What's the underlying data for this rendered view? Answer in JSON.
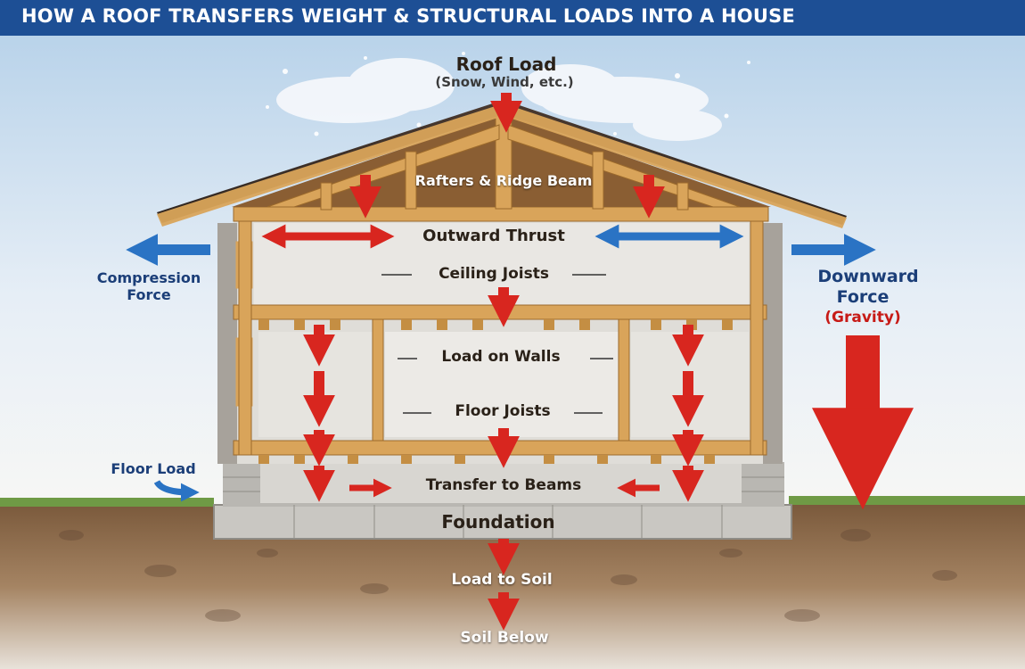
{
  "title": "HOW A ROOF TRANSFERS WEIGHT & STRUCTURAL LOADS INTO A HOUSE",
  "colors": {
    "banner": "#1d4f95",
    "load_arrow": "#d8261f",
    "thrust_arrow": "#2a73c4",
    "wood": "#d9a45a",
    "soil": "#8a6a4a"
  },
  "labels": {
    "roof_load": "Roof Load",
    "roof_load_note": "(Snow, Wind, etc.)",
    "rafters": "Rafters & Ridge Beam",
    "outward_thrust": "Outward Thrust",
    "ceiling_joists": "Ceiling Joists",
    "compression_force_1": "Compression",
    "compression_force_2": "Force",
    "downward_force_1": "Downward",
    "downward_force_2": "Force",
    "gravity": "(Gravity)",
    "load_on_walls": "Load on Walls",
    "floor_joists": "Floor Joists",
    "floor_load": "Floor Load",
    "transfer_to_beams": "Transfer to Beams",
    "foundation": "Foundation",
    "load_to_soil": "Load to Soil",
    "soil_below": "Soil Below"
  }
}
